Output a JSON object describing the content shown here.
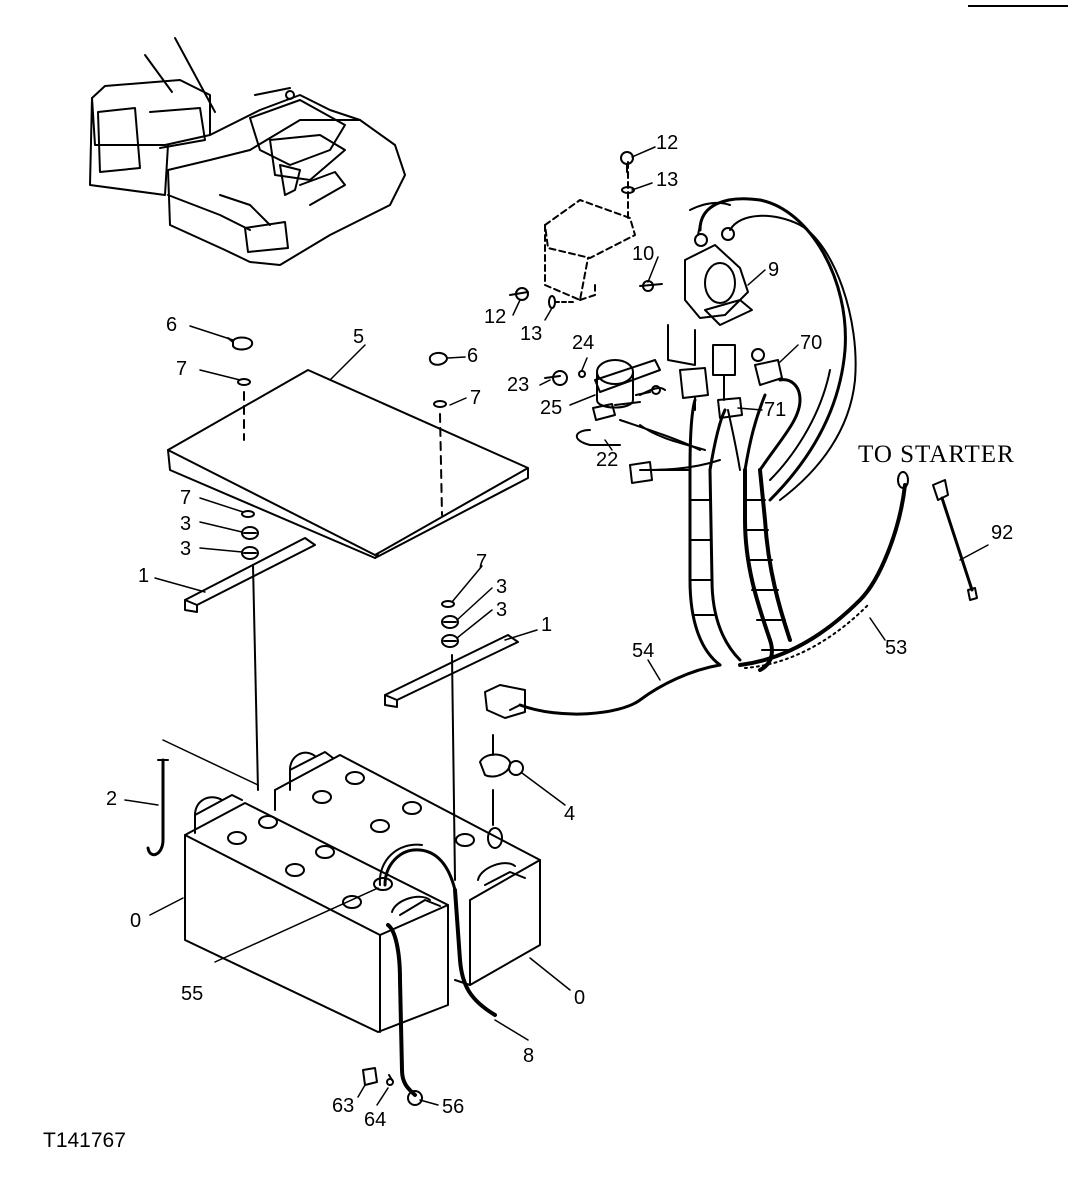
{
  "diagram": {
    "caption": "TO STARTER",
    "figure_id": "T141767",
    "callouts": {
      "c12a": "12",
      "c13a": "13",
      "c10": "10",
      "c9": "9",
      "c12b": "12",
      "c13b": "13",
      "c24": "24",
      "c70": "70",
      "c23": "23",
      "c25": "25",
      "c71": "71",
      "c22": "22",
      "c6a": "6",
      "c5": "5",
      "c6b": "6",
      "c7a": "7",
      "c7b": "7",
      "c7c": "7",
      "c3a": "3",
      "c3b": "3",
      "c1a": "1",
      "c7d": "7",
      "c3c": "3",
      "c3d": "3",
      "c1b": "1",
      "c92": "92",
      "c53": "53",
      "c54": "54",
      "c2": "2",
      "c4": "4",
      "c0a": "0",
      "c55": "55",
      "c0b": "0",
      "c8": "8",
      "c63": "63",
      "c64": "64",
      "c56": "56"
    }
  }
}
